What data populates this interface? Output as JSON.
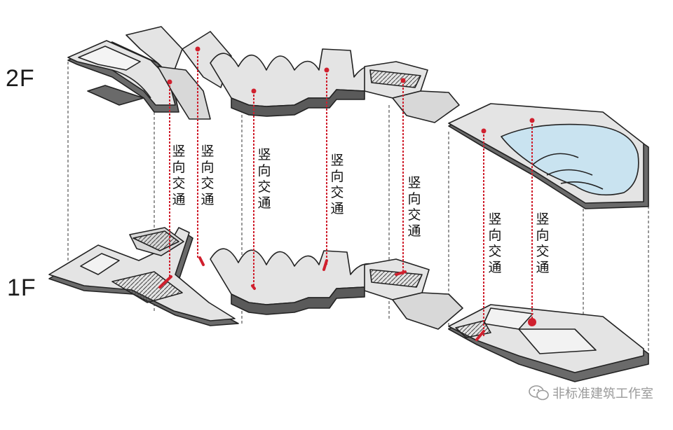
{
  "floors": {
    "upper": "2F",
    "lower": "1F"
  },
  "vertical_circulation_label": "竖向交通",
  "watermark": {
    "text": "非标准建筑工作室",
    "icon": "wechat-icon"
  },
  "colors": {
    "slab_fill": "#e4e4e4",
    "slab_wall": "#5a5a5a",
    "outline": "#222222",
    "pool": "#c9e3f0",
    "circulation": "#d0202e",
    "guide": "#333333"
  }
}
